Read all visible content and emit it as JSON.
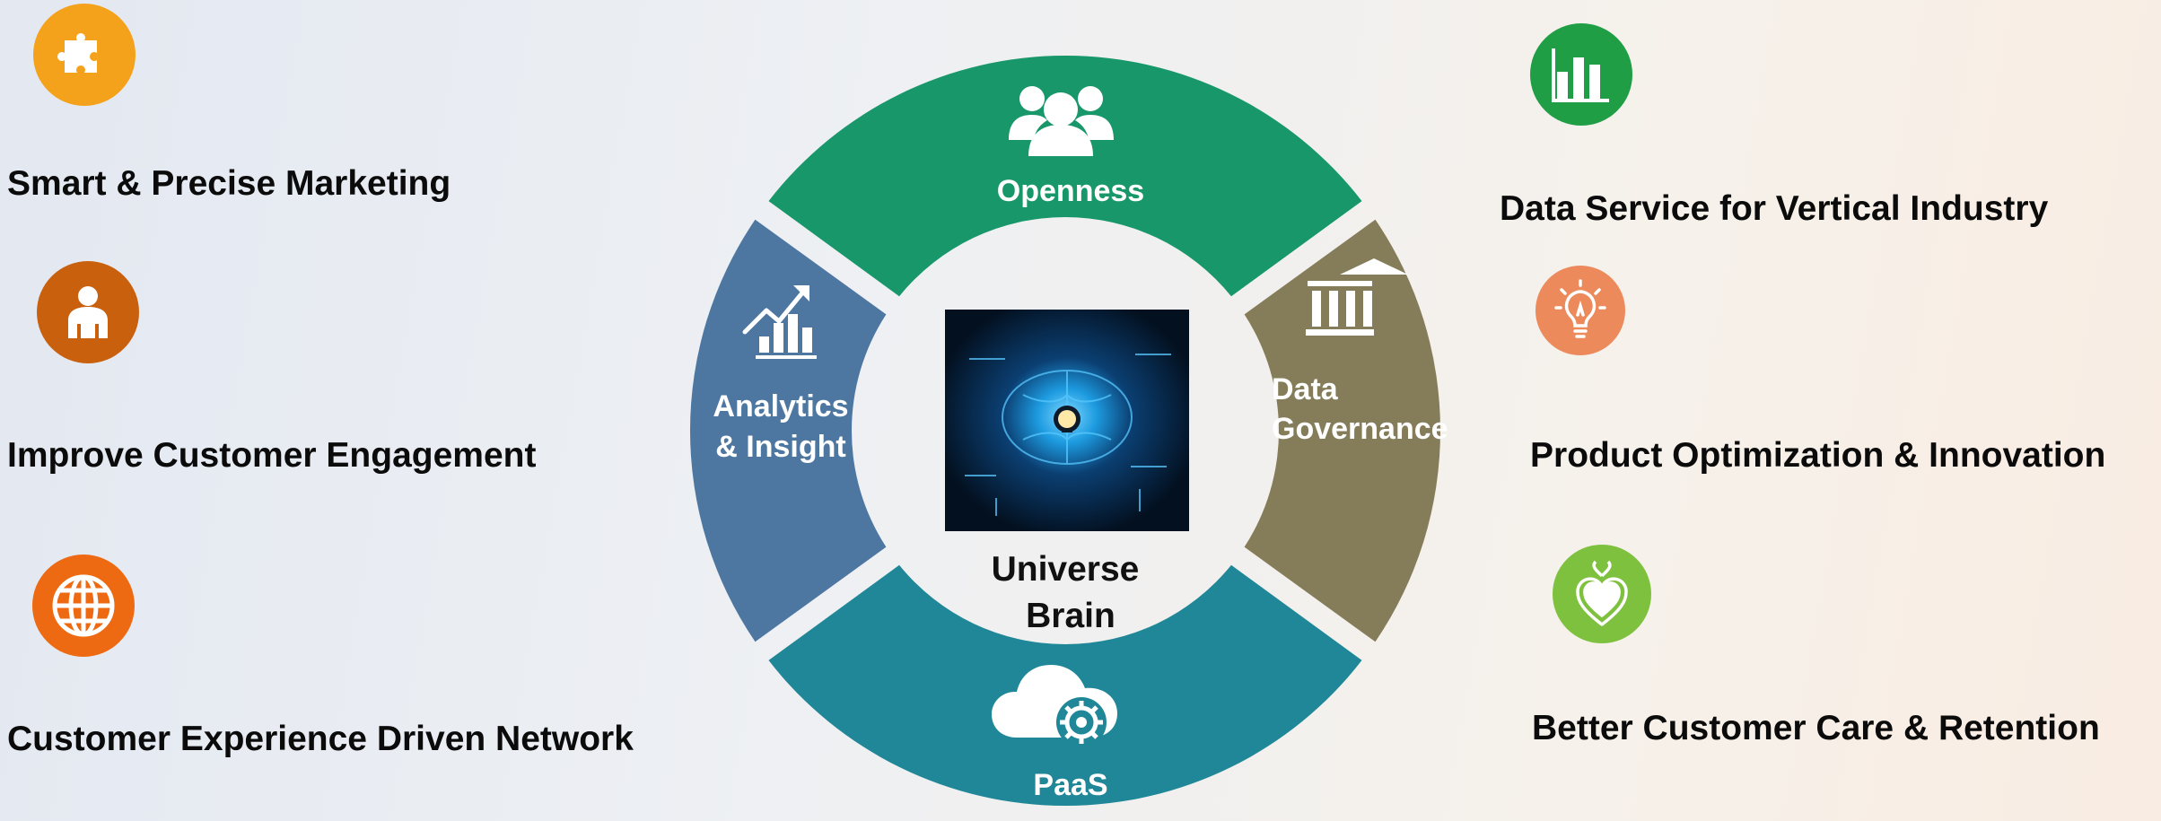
{
  "features_left": [
    {
      "label": "Smart & Precise Marketing",
      "icon": "puzzle-icon",
      "color": "#f4a21b"
    },
    {
      "label": "Improve Customer Engagement",
      "icon": "person-icon",
      "color": "#c8600e"
    },
    {
      "label": "Customer Experience Driven Network",
      "icon": "globe-icon",
      "color": "#ee6a12"
    }
  ],
  "features_right": [
    {
      "label": "Data Service for Vertical Industry",
      "icon": "bar-chart-icon",
      "color": "#1f9e45"
    },
    {
      "label": "Product Optimization & Innovation",
      "icon": "lightbulb-icon",
      "color": "#ed8a5c"
    },
    {
      "label": "Better Customer Care & Retention",
      "icon": "heart-icon",
      "color": "#7ec13f"
    }
  ],
  "ring": {
    "center_title_line1": "Universe",
    "center_title_line2": "Brain",
    "center_image_icon": "brain-lightbulb-icon",
    "segments": [
      {
        "name": "openness",
        "label": "Openness",
        "icon": "people-group-icon",
        "color": "#18976a"
      },
      {
        "name": "data-governance",
        "label_line1": "Data",
        "label_line2": "Governance",
        "icon": "bank-building-icon",
        "color": "#857d5a"
      },
      {
        "name": "paas",
        "label": "PaaS",
        "icon": "cloud-gear-icon",
        "color": "#1f8797"
      },
      {
        "name": "analytics-insight",
        "label_line1": "Analytics",
        "label_line2": "& Insight",
        "icon": "growth-chart-icon",
        "color": "#4d77a0"
      }
    ]
  }
}
